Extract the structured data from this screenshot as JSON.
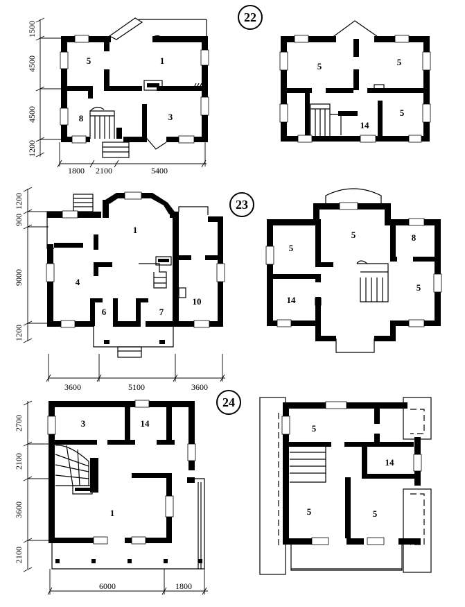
{
  "plans": [
    {
      "number": "22",
      "left_dims": [
        "1500",
        "4500",
        "4500",
        "1200"
      ],
      "bottom_dims": [
        "1800",
        "2100",
        "5400"
      ],
      "ground_rooms": [
        "5",
        "1",
        "8",
        "3"
      ],
      "upper_rooms": [
        "5",
        "5",
        "5",
        "14"
      ]
    },
    {
      "number": "23",
      "left_dims": [
        "1200",
        "900",
        "9000",
        "1200"
      ],
      "bottom_dims": [
        "3600",
        "5100",
        "3600"
      ],
      "ground_rooms": [
        "1",
        "4",
        "6",
        "7",
        "10"
      ],
      "upper_rooms": [
        "5",
        "5",
        "8",
        "14",
        "5"
      ]
    },
    {
      "number": "24",
      "left_dims": [
        "2700",
        "2100",
        "3600",
        "2100"
      ],
      "bottom_dims": [
        "6000",
        "1800"
      ],
      "ground_rooms": [
        "3",
        "14",
        "1"
      ],
      "upper_rooms": [
        "5",
        "14",
        "5",
        "5"
      ]
    }
  ]
}
